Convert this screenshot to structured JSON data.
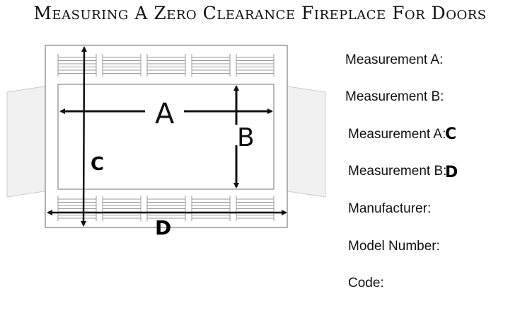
{
  "title": "Measuring A Zero Clearance Fireplace For Doors",
  "diagram": {
    "labels": {
      "a": "A",
      "b": "B",
      "c": "C",
      "d": "D"
    }
  },
  "form": {
    "fields": [
      {
        "label": "Measurement A:"
      },
      {
        "label": "Measurement B:"
      },
      {
        "label": "Measurement A:",
        "overlay": "C"
      },
      {
        "label": "Measurement B:",
        "overlay": "D"
      },
      {
        "label": "Manufacturer:"
      },
      {
        "label": "Model Number:"
      },
      {
        "label": "Code:"
      }
    ]
  }
}
